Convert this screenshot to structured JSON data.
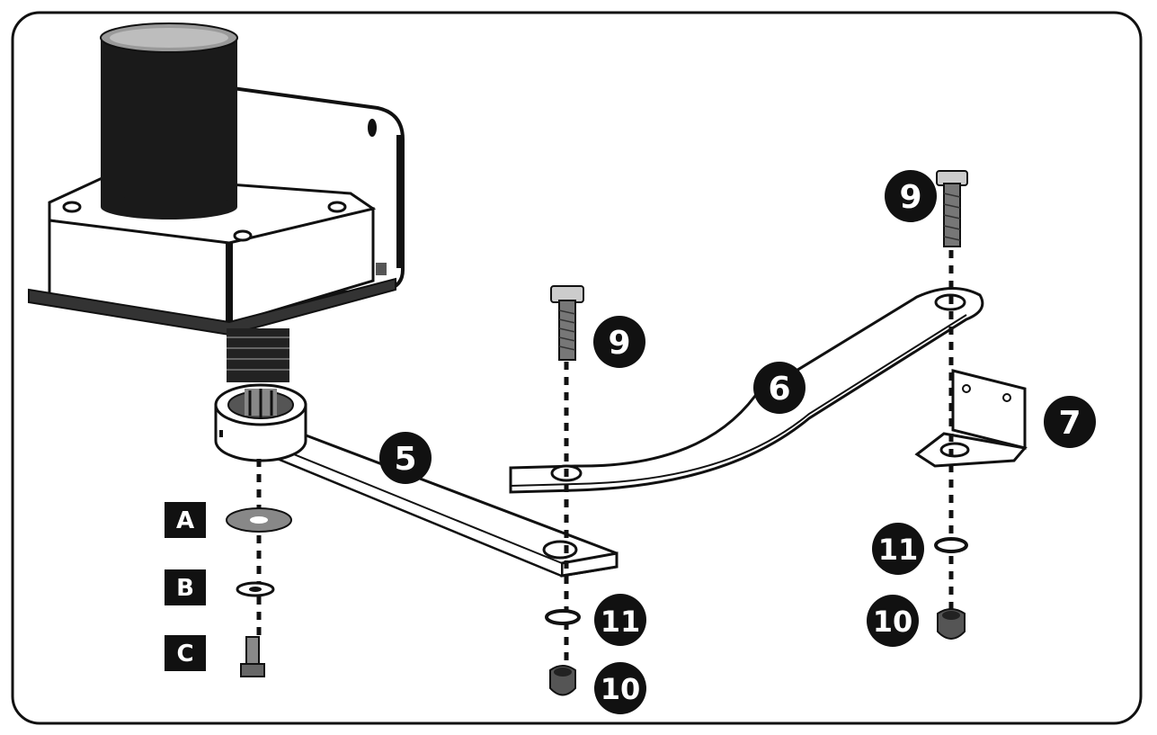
{
  "diagram": {
    "letter_labels": [
      "A",
      "B",
      "C"
    ],
    "callouts": {
      "arm_5": "5",
      "arm_6": "6",
      "bracket_7": "7",
      "bolt_9_center": "9",
      "bolt_9_right": "9",
      "washer_11_center": "11",
      "washer_11_right": "11",
      "nut_10_center": "10",
      "nut_10_right": "10"
    },
    "colors": {
      "ink": "#111111",
      "paper": "#ffffff",
      "motor_body": "#1a1a1a"
    }
  }
}
